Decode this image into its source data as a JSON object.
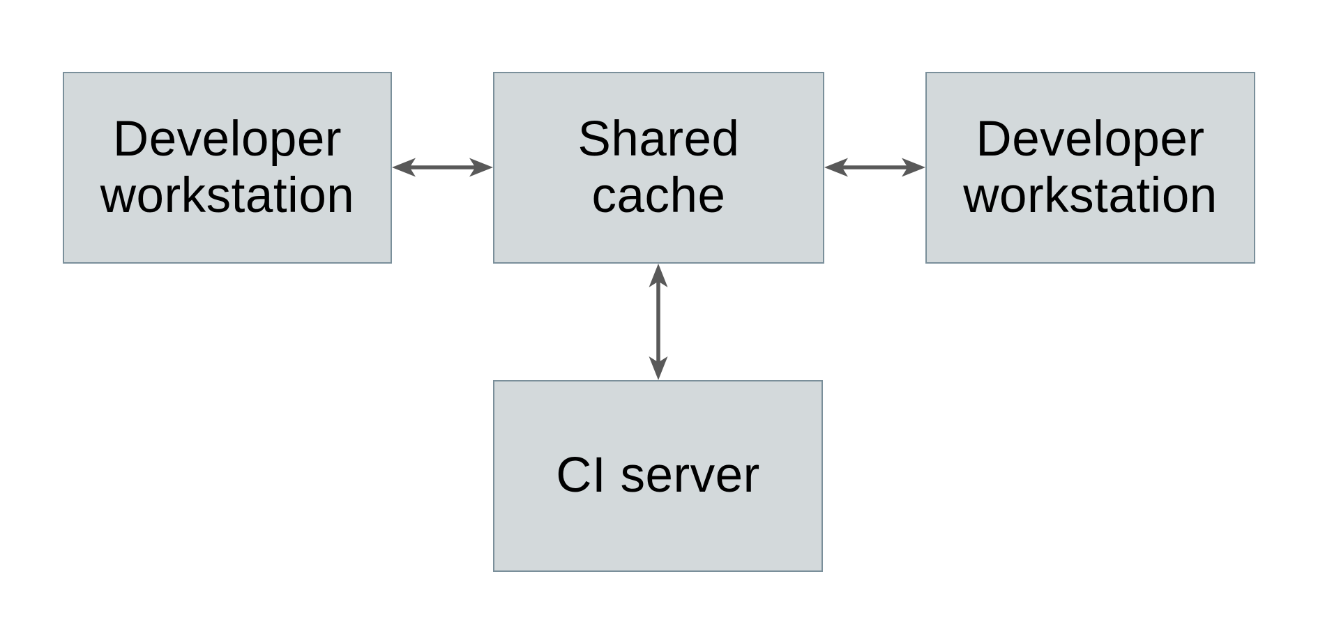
{
  "diagram": {
    "colors": {
      "background": "#ffffff",
      "box-fill": "#d3d9db",
      "box-border": "#7a8f9a",
      "arrow": "#595959",
      "text": "#000000"
    },
    "nodes": [
      {
        "id": "developer-workstation-left",
        "label": "Developer\nworkstation"
      },
      {
        "id": "shared-cache",
        "label": "Shared\ncache"
      },
      {
        "id": "developer-workstation-right",
        "label": "Developer\nworkstation"
      },
      {
        "id": "ci-server",
        "label": "CI server"
      }
    ],
    "edges": [
      {
        "from": "developer-workstation-left",
        "to": "shared-cache",
        "direction": "bidirectional",
        "orientation": "horizontal"
      },
      {
        "from": "shared-cache",
        "to": "developer-workstation-right",
        "direction": "bidirectional",
        "orientation": "horizontal"
      },
      {
        "from": "shared-cache",
        "to": "ci-server",
        "direction": "bidirectional",
        "orientation": "vertical"
      }
    ]
  }
}
